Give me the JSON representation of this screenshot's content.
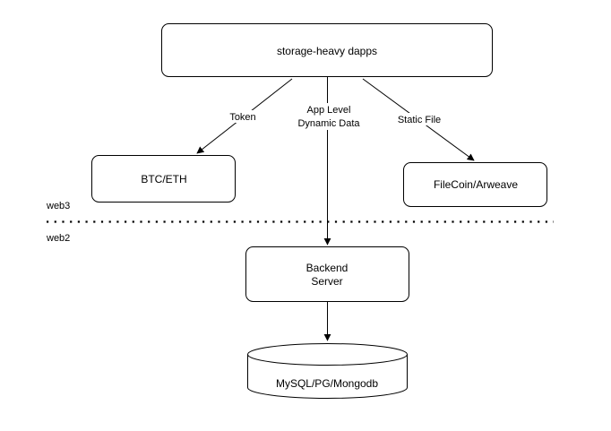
{
  "nodes": {
    "top": {
      "label": "storage-heavy dapps"
    },
    "btc": {
      "label": "BTC/ETH"
    },
    "filecoin": {
      "label": "FileCoin/Arweave"
    },
    "backend": {
      "line1": "Backend",
      "line2": "Server"
    },
    "db": {
      "label": "MySQL/PG/Mongodb"
    }
  },
  "edges": {
    "token": {
      "label": "Token"
    },
    "app": {
      "line1": "App Level",
      "line2": "Dynamic Data"
    },
    "static": {
      "label": "Static File"
    }
  },
  "zones": {
    "web3": "web3",
    "web2": "web2"
  }
}
